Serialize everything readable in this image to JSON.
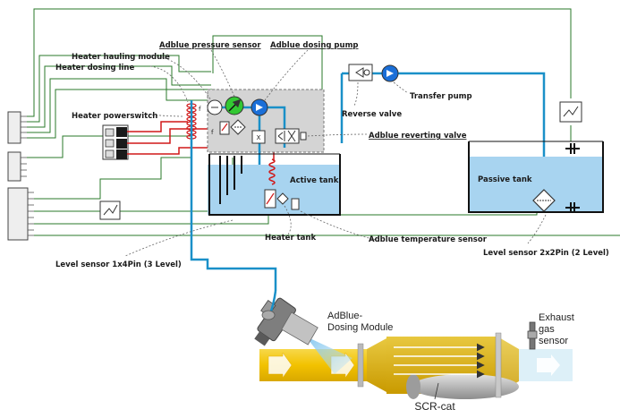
{
  "labels": {
    "heater_hauling_module": "Heater hauling module",
    "adblue_pressure_sensor": "Adblue pressure sensor",
    "adblue_dosing_pump": "Adblue dosing pump",
    "heater_dosing_line": "Heater dosing line",
    "heater_powerswitch": "Heater powerswitch",
    "reverse_valve": "Reverse valve",
    "transfer_pump": "Transfer pump",
    "adblue_reverting_valve": "Adblue reverting valve",
    "active_tank": "Active tank",
    "passive_tank": "Passive tank",
    "heater_tank": "Heater tank",
    "adblue_temperature_sensor": "Adblue temperature sensor",
    "level_sensor_1x4": "Level sensor 1x4Pin (3 Level)",
    "level_sensor_2x2": "Level sensor 2x2Pin (2 Level)"
  },
  "photo": {
    "dosing_module_line1": "AdBlue-",
    "dosing_module_line2": "Dosing Module",
    "exhaust_line1": "Exhaust",
    "exhaust_line2": "gas",
    "exhaust_line3": "sensor",
    "scr_cat": "SCR-cat"
  },
  "symbols": {
    "filter_mark": "X",
    "switch_mark": "f"
  },
  "colors": {
    "adblue_fluid": "#a8d4f0",
    "adblue_line": "#1a90c8",
    "exhaust_yellow": "#f5c400",
    "heater_red": "#d01818",
    "signal_green": "#2a7a2a"
  }
}
